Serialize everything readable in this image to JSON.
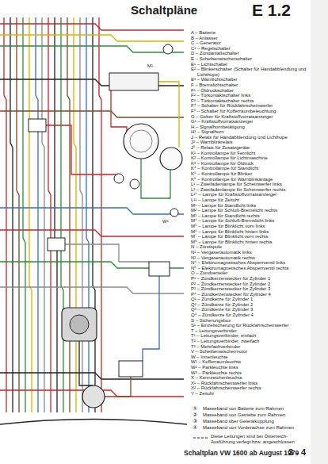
{
  "diagram": {
    "title": "Schaltpläne",
    "caption": "Schaltplan VW 1600 ab August 1970",
    "labels": [
      "E 1.2",
      "M¹",
      "W¹",
      "A – Batterie",
      "B – Anlasser",
      "C – Generator",
      "C¹ – Regelschalter",
      "D – Zündanlaßschalter",
      "E – Scheibenwischerschalter",
      "E¹ – Lichtschalter",
      "E² – Blinkerschalter (Schalter für Handabblendung und Lichthupe)",
      "E³ – Warnlichtschalter",
      "F – Bremslichtschalter",
      "F¹ – Öldruckschalter",
      "F² – Türkontaktschalter links",
      "F³ – Türkontaktschalter rechts",
      "F⁴ – Schalter für Rückfahrscheinwerfer",
      "F⁵ – Schalter für Kofferraumbeleuchtung",
      "G – Geber für Kraftstoffvorratsanzeiger",
      "G¹ – Kraftstoffvorratsanzeiger",
      "H – Signalhornbetätigung",
      "H¹ – Signalhorn",
      "J – Relais für Handabblendung und Lichthupe",
      "J² – Warnblinkrelais",
      "J⁵ – Relais für Zusatzgeräte",
      "K¹ – Kontrollampe für Fernlicht",
      "K² – Kontrollampe für Lichtmaschine",
      "K³ – Kontrollampe für Öldruck",
      "K⁴ – Kontrollampe für Standlicht",
      "K⁵ – Kontrollampe für Blinker",
      "K⁶ – Kontrollampe für Warnblinkanlage",
      "L¹ – Zweifadenlampe für Scheinwerfer links",
      "L² – Zweifadenlampe für Scheinwerfer rechts",
      "L¹⁰ – Lampe für Kraftstoffvorratsanzeiger",
      "L¹¹ – Lampe für Zeituhr",
      "M¹ – Lampe für Standlicht links",
      "M² – Lampe für Schluß-Bremslicht rechts",
      "M³ – Lampe für Standlicht rechts",
      "M⁴ – Lampe für Schluß-Bremslicht links",
      "M⁵ – Lampe für Blinklicht vorn links",
      "M⁶ – Lampe für Blinklicht hinten links",
      "M⁷ – Lampe für Blinklicht vorn rechts",
      "M⁸ – Lampe für Blinklicht hinten rechts",
      "N – Zündspule",
      "N¹ – Vergaserautomatik links",
      "N³ – Vergaserautomatik rechts",
      "N⁴ – Elektromagnetisches Absperrventil links",
      "N⁵ – Elektromagnetisches Absperrventil rechts",
      "O – Zündverteiler",
      "P¹ – Zündkerzenstecker für Zylinder 1",
      "P² – Zündkerzenstecker für Zylinder 2",
      "P³ – Zündkerzenstecker für Zylinder 3",
      "P⁴ – Zündkerzenstecker für Zylinder 4",
      "Q¹ – Zündkerze für Zylinder 1",
      "Q² – Zündkerze für Zylinder 2",
      "Q³ – Zündkerze für Zylinder 3",
      "Q⁴ – Zündkerze für Zylinder 4",
      "S – Sicherungsbox",
      "S¹ – Einzelsicherung für Rückfahrscheinwerfer",
      "T – Leitungsverbinder",
      "T¹ – Leitungsverbinder, einfach",
      "T² – Leitungsverbinder, zweifach",
      "T³ – Mehrfachverbinder",
      "V – Scheibenwischermotor",
      "W – Innenleuchte",
      "W¹ – Kofferraumleuchte",
      "W² – Parkleuchte links",
      "W³ – Parkleuchte rechts",
      "X – Kennzeichenleuchte",
      "X¹ – Rückfahrscheinwerfer links",
      "X² – Rückfahrscheinwerfer rechts",
      "Y – Zeituhr",
      "①",
      "②",
      "③",
      "④",
      "Masseband von Batterie zum Rahmen",
      "Masseband von Getriebe zum Rahmen",
      "Masseband über Gelenkkupplung",
      "Masseband von Vorderachse zum Rahmen",
      "Diese Leitungen sind bei Österreich-Ausführung verlegt bzw. angeschlossen",
      "3 - 4"
    ]
  }
}
